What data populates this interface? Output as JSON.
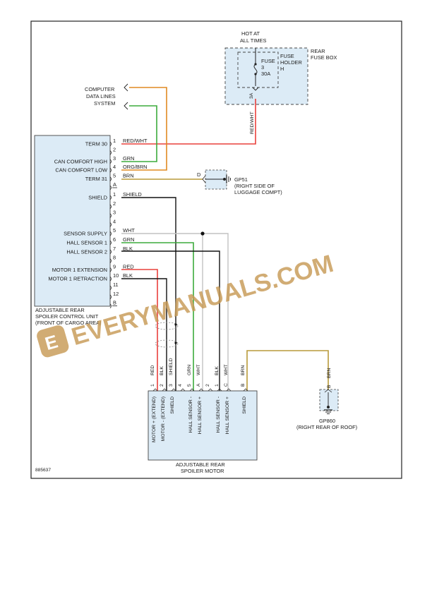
{
  "diagram_number": "885637",
  "hot_at_all_times": [
    "HOT AT",
    "ALL TIMES"
  ],
  "rear_fuse_box": [
    "REAR",
    "FUSE BOX"
  ],
  "fuse_holder": [
    "FUSE",
    "HOLDER",
    "H"
  ],
  "fuse": [
    "FUSE",
    "3",
    "30A"
  ],
  "fuse_pin": "3A",
  "fuse_wire": "RED/WHT",
  "computer_data_lines": [
    "COMPUTER",
    "DATA LINES",
    "SYSTEM"
  ],
  "control_unit": {
    "title": [
      "ADJUSTABLE REAR",
      "SPOILER CONTROL UNIT",
      "(FRONT OF CARGO AREA)"
    ],
    "conn_a": {
      "pins": [
        "1",
        "2",
        "3",
        "4",
        "5",
        "A"
      ],
      "labels": [
        "TERM 30",
        "",
        "CAN COMFORT HIGH",
        "CAN COMFORT LOW",
        "TERM 31",
        ""
      ],
      "wires": [
        "RED/WHT",
        "",
        "GRN",
        "ORG/BRN",
        "BRN",
        ""
      ]
    },
    "conn_b": {
      "pins": [
        "1",
        "2",
        "3",
        "4",
        "5",
        "6",
        "7",
        "8",
        "9",
        "10",
        "11",
        "12",
        "B"
      ],
      "labels": [
        "SHIELD",
        "",
        "",
        "",
        "SENSOR SUPPLY",
        "HALL SENSOR 1",
        "HALL SENSOR 2",
        "",
        "MOTOR 1 EXTENSION",
        "MOTOR 1 RETRACTION",
        "",
        "",
        ""
      ],
      "wires": [
        "SHIELD",
        "",
        "",
        "",
        "WHT",
        "GRN",
        "BLK",
        "",
        "RED",
        "BLK",
        "",
        "",
        ""
      ]
    }
  },
  "gp51": {
    "pin": "D",
    "name": "GP51",
    "location": [
      "(RIGHT SIDE OF",
      "LUGGAGE COMPT)"
    ]
  },
  "gp860": {
    "pin": "B",
    "wire": "BRN",
    "name": "GP860",
    "location": "(RIGHT REAR OF ROOF)"
  },
  "motor": {
    "title": [
      "ADJUSTABLE REAR",
      "SPOILER MOTOR"
    ],
    "wires": [
      "RED",
      "BLK",
      "SHIELD",
      "",
      "GRN",
      "WHT",
      "",
      "BLK",
      "WHT",
      "BRN"
    ],
    "pins": [
      "1",
      "2",
      "3",
      "4",
      "5",
      "A",
      "2",
      "1",
      "C",
      "B"
    ],
    "functions": [
      "MOTOR + (EXTEND)",
      "MOTOR - (EXTEND)",
      "SHIELD",
      "",
      "HALL SENSOR -",
      "HALL SENSOR +",
      "",
      "HALL SENSOR -",
      "HALL SENSOR +",
      "SHIELD"
    ]
  },
  "watermark": "EVERYMANUALS.COM",
  "colors": {
    "box_fill": "#dcebf6",
    "red_white": "#e9403c",
    "green": "#3cab3c",
    "orange": "#e08a22",
    "brown": "#b89a3a",
    "black": "#111111",
    "white_wire": "#c2c2c2",
    "watermark": "#c79a56"
  }
}
